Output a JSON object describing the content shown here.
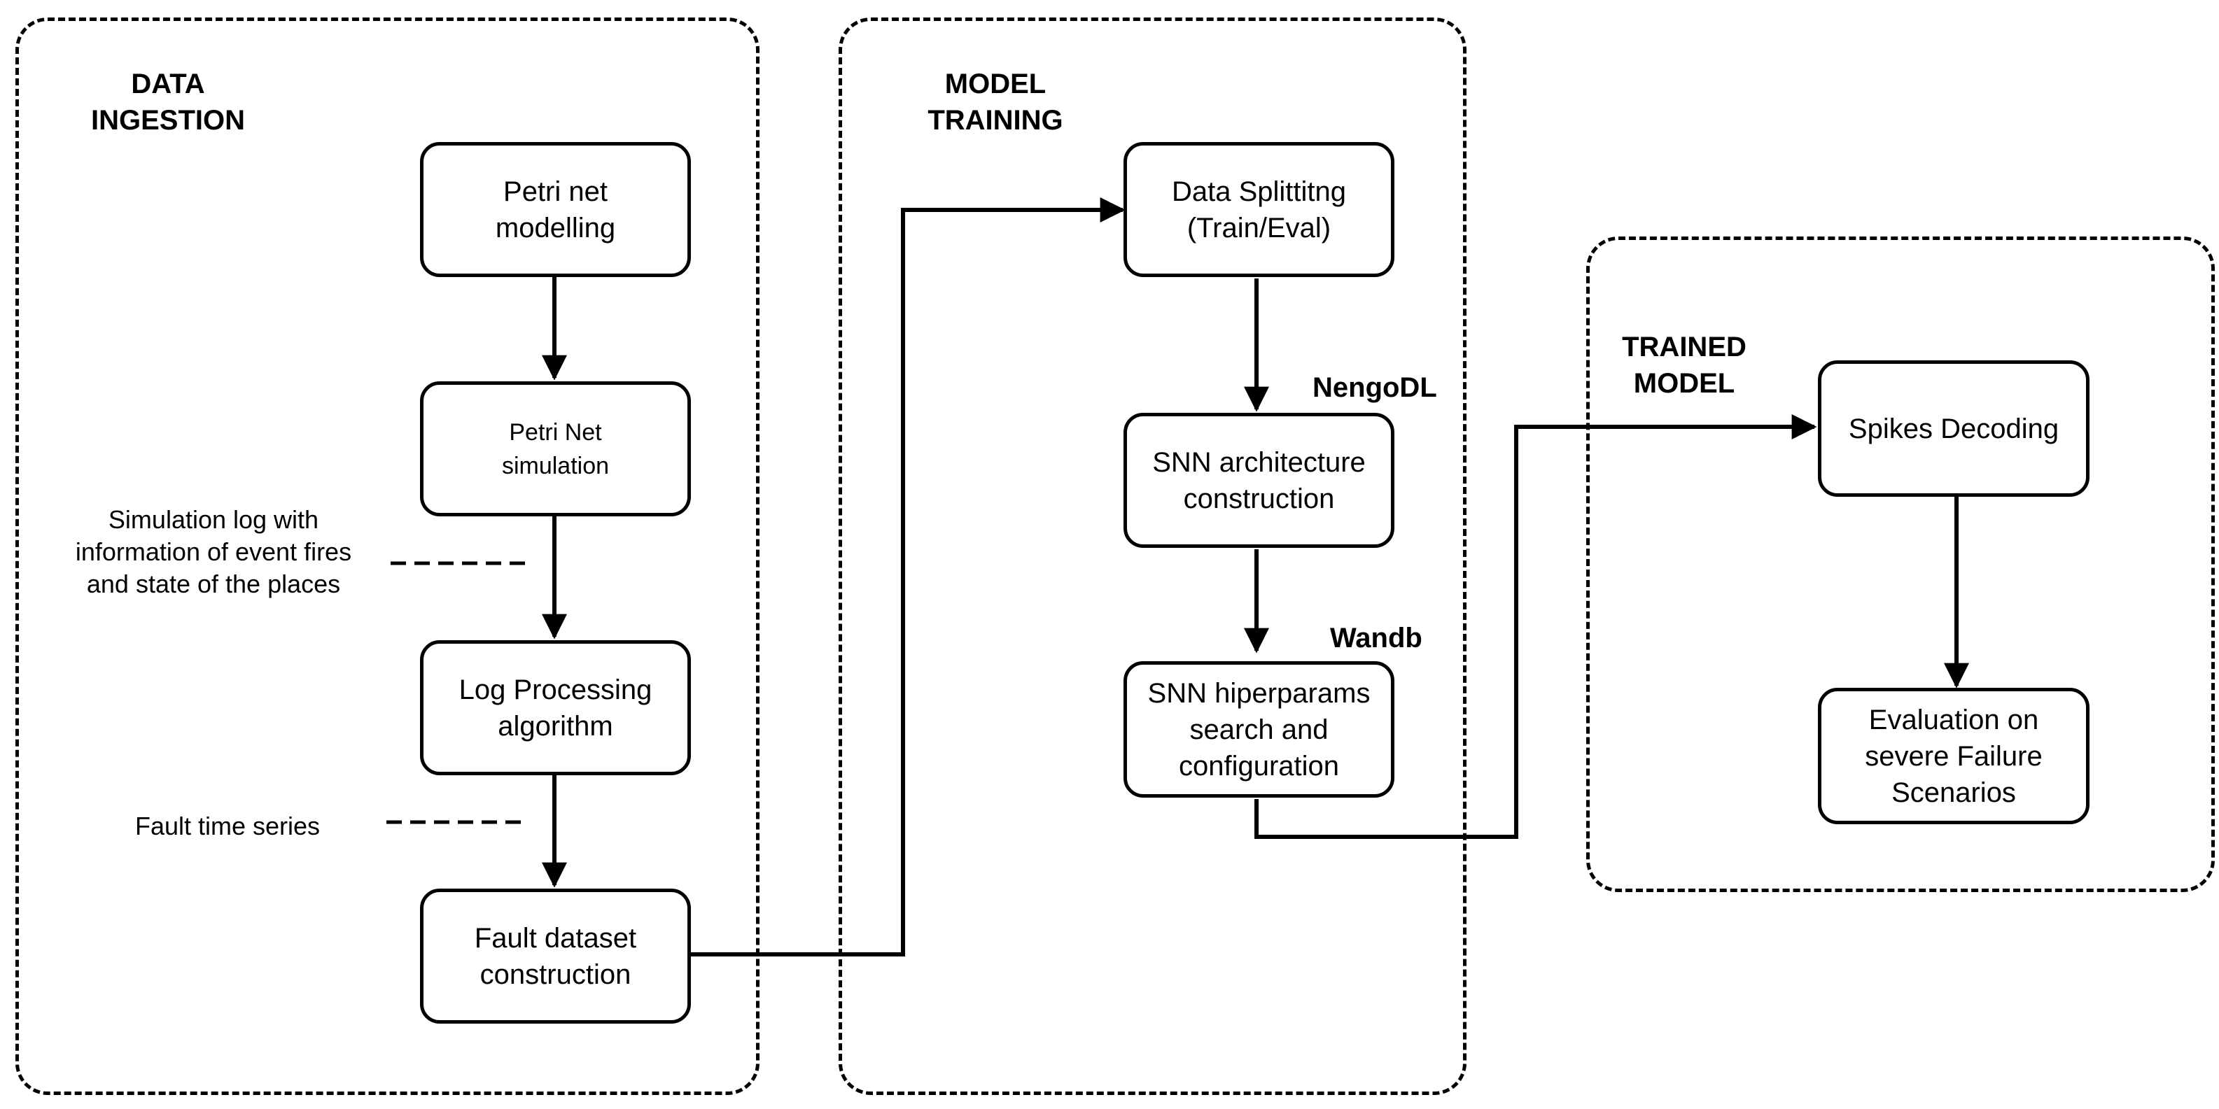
{
  "groups": {
    "data_ingestion": {
      "title": "DATA\nINGESTION"
    },
    "model_training": {
      "title": "MODEL\nTRAINING"
    },
    "trained_model": {
      "title": "TRAINED\nMODEL"
    }
  },
  "nodes": {
    "petri_modelling": "Petri net\nmodelling",
    "petri_simulation": "Petri Net\nsimulation",
    "log_processing": "Log Processing\nalgorithm",
    "fault_dataset": "Fault dataset\nconstruction",
    "data_splitting": "Data Splittitng\n(Train/Eval)",
    "snn_architecture": "SNN architecture\nconstruction",
    "snn_hyperparams": "SNN hiperparams\nsearch and\nconfiguration",
    "spikes_decoding": "Spikes Decoding",
    "evaluation": "Evaluation on\nsevere Failure\nScenarios"
  },
  "tools": {
    "nengodl": "NengoDL",
    "wandb": "Wandb"
  },
  "notes": {
    "simulation_log": "Simulation log with\ninformation of event fires\nand state of the places",
    "fault_series": "Fault time series"
  }
}
